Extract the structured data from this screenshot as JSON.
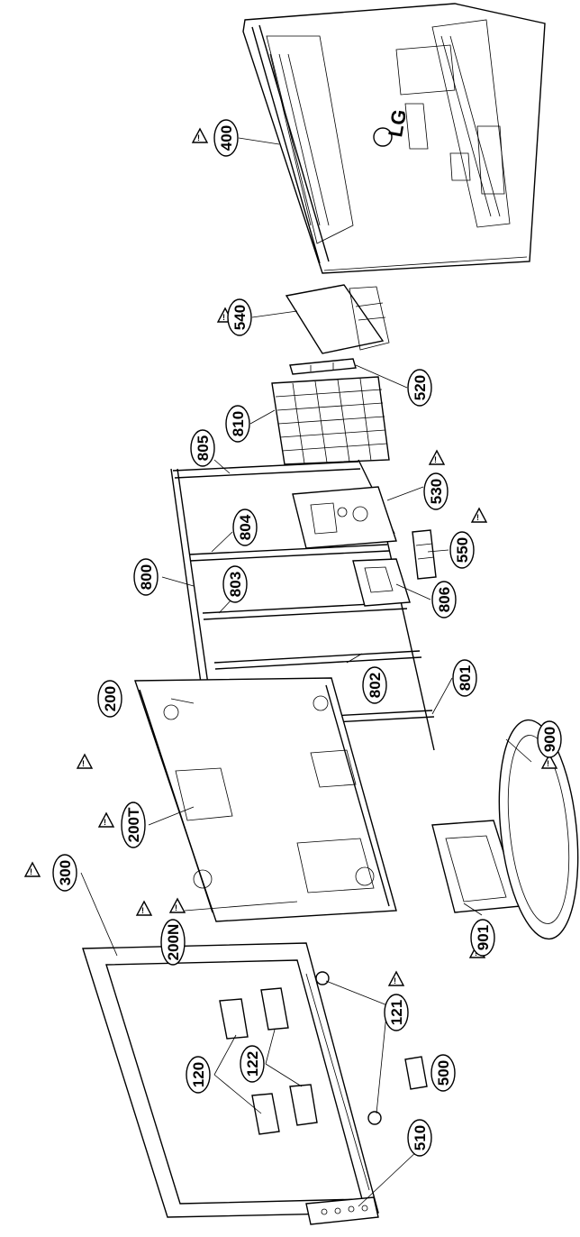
{
  "diagram": {
    "warning_symbol": "!",
    "brand_logo": "LG",
    "part_labels": {
      "p400": "400",
      "p540": "540",
      "p520": "520",
      "p810": "810",
      "p805": "805",
      "p530": "530",
      "p804": "804",
      "p800": "800",
      "p550": "550",
      "p803": "803",
      "p806": "806",
      "p801": "801",
      "p802": "802",
      "p200": "200",
      "p200T": "200T",
      "p200N": "200N",
      "p900": "900",
      "p901": "901",
      "p300": "300",
      "p120": "120",
      "p122": "122",
      "p121": "121",
      "p500": "500",
      "p510": "510"
    }
  }
}
